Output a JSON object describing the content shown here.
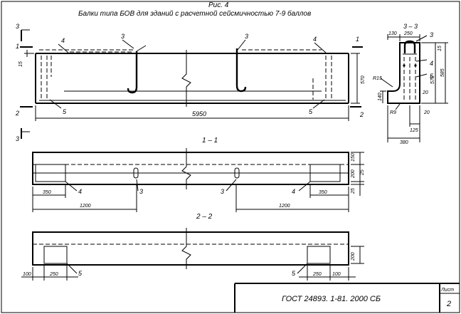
{
  "figure": {
    "number": "Рис. 4",
    "caption": "Балки типа БОВ для зданий с расчетной сейсмичностью 7-9 баллов"
  },
  "elevation": {
    "section_marks": [
      "1",
      "1",
      "2",
      "2",
      "3",
      "3"
    ],
    "leaders": [
      "4",
      "3",
      "3",
      "4",
      "5",
      "5"
    ],
    "dims": {
      "length": "5950",
      "height": "570",
      "left_top": "15"
    }
  },
  "section33": {
    "title": "3 – 3",
    "leaders": [
      "3",
      "4",
      "5"
    ],
    "dims": [
      "130",
      "250",
      "15",
      "570",
      "585",
      "R15",
      "140",
      "20",
      "R9",
      "20",
      "125",
      "380"
    ]
  },
  "plan11": {
    "title": "1 – 1",
    "leaders": [
      "4",
      "3",
      "3",
      "4"
    ],
    "dims": [
      "350",
      "1200",
      "1200",
      "350",
      "150",
      "200",
      "25",
      "25"
    ]
  },
  "plan22": {
    "title": "2 – 2",
    "leaders": [
      "5",
      "5"
    ],
    "dims": [
      "100",
      "250",
      "250",
      "100",
      "200"
    ]
  },
  "titleblock": {
    "designation": "ГОСТ 24893. 1-81. 2000 СБ",
    "sheet_label": "Лист",
    "sheet_number": "2"
  }
}
